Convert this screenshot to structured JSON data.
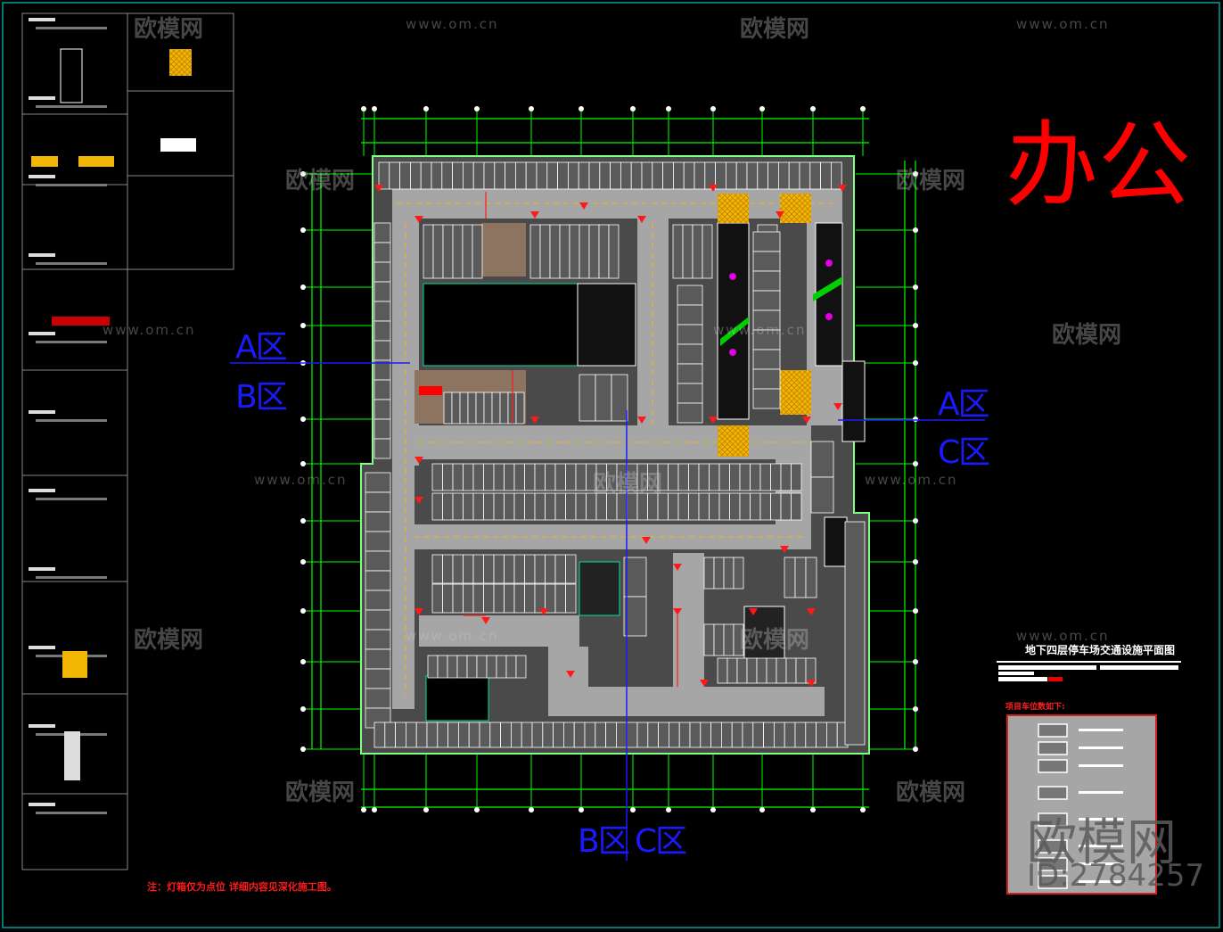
{
  "drawing": {
    "title": "地下四层停车场交通设施平面图",
    "office_label": "办公",
    "note": "注：灯箱仅为点位 详细内容见深化施工图。",
    "legend_header": "项目车位数如下:",
    "zones": {
      "left_top": "A区",
      "left_bottom": "B区",
      "right_top": "A区",
      "right_bottom": "C区",
      "bottom_left": "B区",
      "bottom_right": "C区"
    }
  },
  "colors": {
    "background": "#000000",
    "frame": "#00a0a0",
    "grid_axis": "#00ff00",
    "zone_divider": "#1a1aff",
    "office_label": "#ff0000",
    "floor": "#4a4a4a",
    "driveway": "#a6a6a6",
    "hatched_crossing": "#f2b705",
    "core": "#000000",
    "brown_area": "#8c7460"
  },
  "watermark": {
    "brand": "欧模网",
    "url": "www.om.cn",
    "id": "ID:2784257"
  }
}
